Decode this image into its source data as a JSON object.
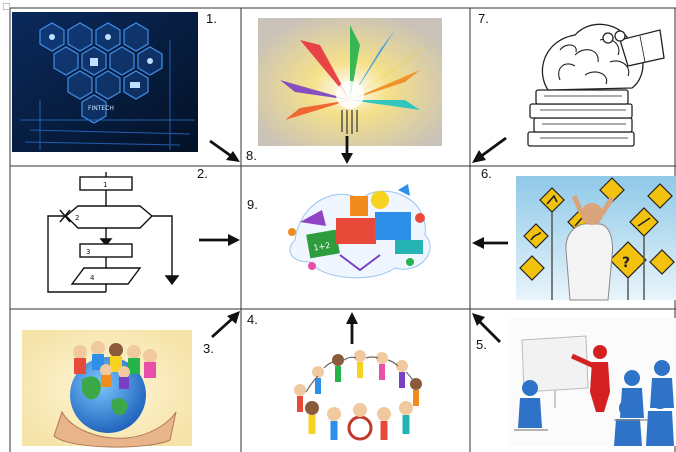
{
  "corner_mark": "□",
  "labels": {
    "c1": "1.",
    "c2": "2.",
    "c3": "3.",
    "c4": "4.",
    "c5": "5.",
    "c6": "6.",
    "c7": "7.",
    "c8": "8.",
    "c9": "9."
  },
  "flowchart": {
    "box1": "1",
    "box2": "2",
    "box3": "3",
    "box4": "4"
  },
  "education_tags": {
    "math": "1+2"
  },
  "colors": {
    "grid_line": "#333333",
    "arrow": "#111111",
    "fintech_bg": "#071a3a",
    "sign_yellow": "#f2c20f",
    "teacher_red": "#d42020",
    "student_blue": "#2f73c8",
    "globe_blue": "#2f8fe0"
  }
}
